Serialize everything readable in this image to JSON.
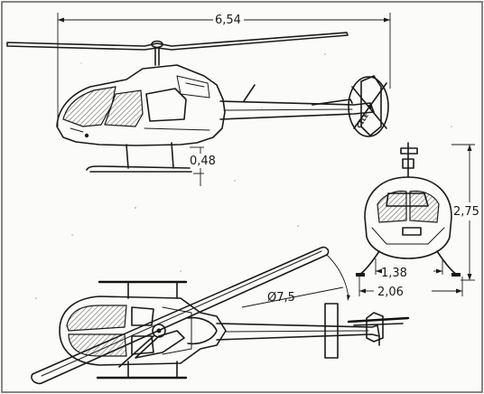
{
  "dimensions": {
    "overall_length": "6,54",
    "skid_clearance": "0,48",
    "overall_height": "2,75",
    "skid_inner_width": "1,38",
    "skid_outer_width": "2,06",
    "rotor_diameter": "Ø7,5"
  },
  "markings": {
    "tail_code": "C1LE"
  },
  "colors": {
    "ink": "#1a1a1a",
    "paper": "#fbfbf9"
  }
}
